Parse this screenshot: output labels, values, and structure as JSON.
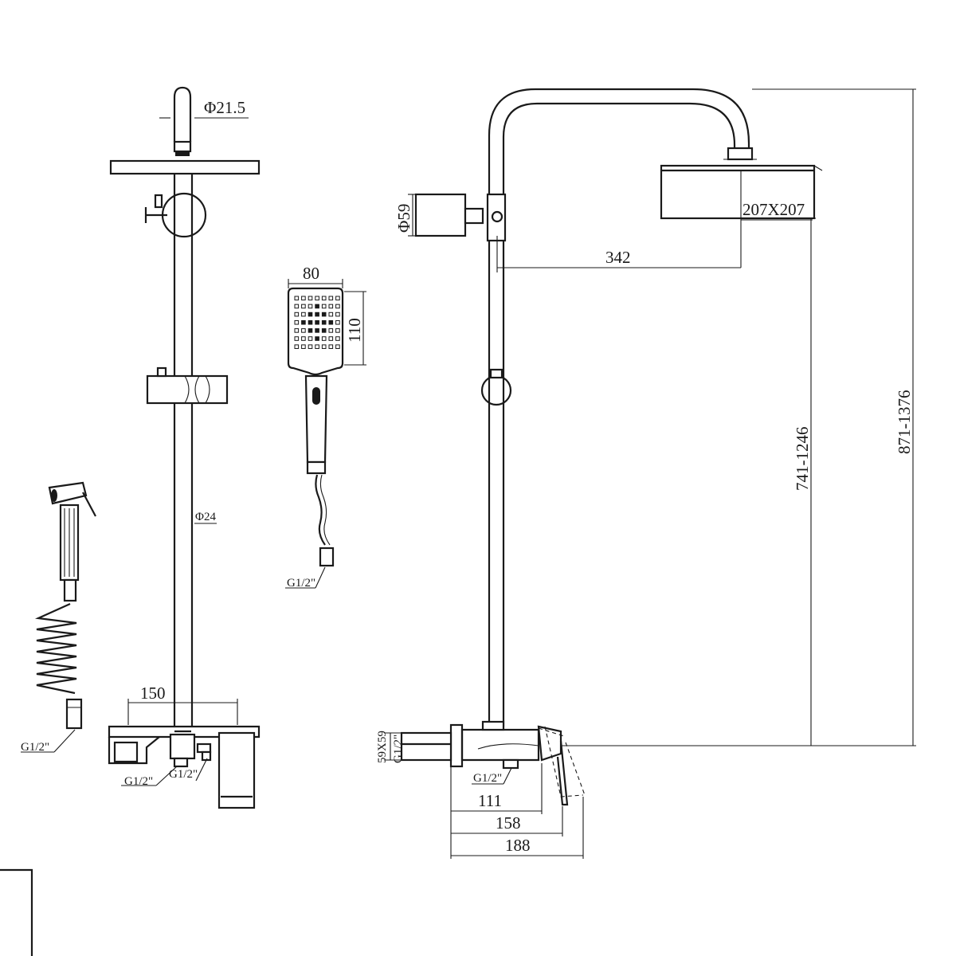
{
  "front_view": {
    "arm_diameter": "Φ21.5",
    "pipe_diameter": "Φ24",
    "mixer_width": "150",
    "inlet_left": "G1/2\"",
    "inlet_right": "G1/2\""
  },
  "hand_shower": {
    "width": "80",
    "height": "110",
    "hose_connector": "G1/2\""
  },
  "bidet_sprayer": {
    "connector": "G1/2\""
  },
  "side_view": {
    "diverter_diameter": "Φ59",
    "head_size": "207X207",
    "arm_reach": "342",
    "height_to_arm": "741-1246",
    "total_height": "871-1376",
    "mixer_block": "59X59",
    "inlet_vertical": "G1/2\"",
    "inlet_bottom": "G1/2\"",
    "depth_1": "111",
    "depth_2": "158",
    "depth_3": "188"
  }
}
